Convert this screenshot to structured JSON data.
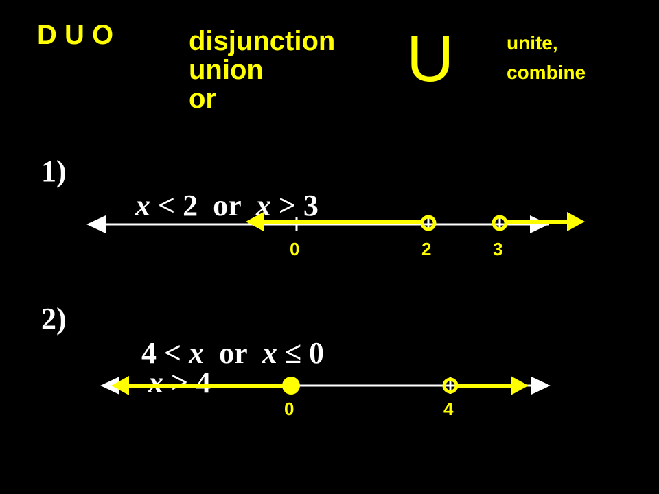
{
  "header": {
    "acronym": "D U O",
    "terms": [
      "disjunction",
      "union",
      "or"
    ],
    "symbol": "U",
    "meaning": [
      "unite,",
      "combine"
    ]
  },
  "problem1": {
    "number": "1)",
    "expr": [
      {
        "t": "x",
        "i": true
      },
      {
        "t": " < 2  or  ",
        "i": false
      },
      {
        "t": "x",
        "i": true
      },
      {
        "t": " > 3",
        "i": false
      }
    ],
    "number_line": {
      "ticks": [
        "0",
        "2",
        "3"
      ],
      "points": [
        {
          "value": "2",
          "type": "open"
        },
        {
          "value": "3",
          "type": "open"
        }
      ]
    }
  },
  "problem2": {
    "number": "2)",
    "expr": [
      {
        "t": "4 < ",
        "i": false
      },
      {
        "t": "x",
        "i": true
      },
      {
        "t": "  or  ",
        "i": false
      },
      {
        "t": "x",
        "i": true
      },
      {
        "t": " ≤ 0",
        "i": false
      }
    ],
    "rewrite": [
      {
        "t": "x",
        "i": true
      },
      {
        "t": " > 4",
        "i": false
      }
    ],
    "number_line": {
      "ticks": [
        "0",
        "4"
      ],
      "points": [
        {
          "value": "0",
          "type": "closed"
        },
        {
          "value": "4",
          "type": "open"
        }
      ]
    }
  },
  "colors": {
    "highlight": "#ffff00",
    "line": "#ffffff",
    "background": "#000000"
  }
}
